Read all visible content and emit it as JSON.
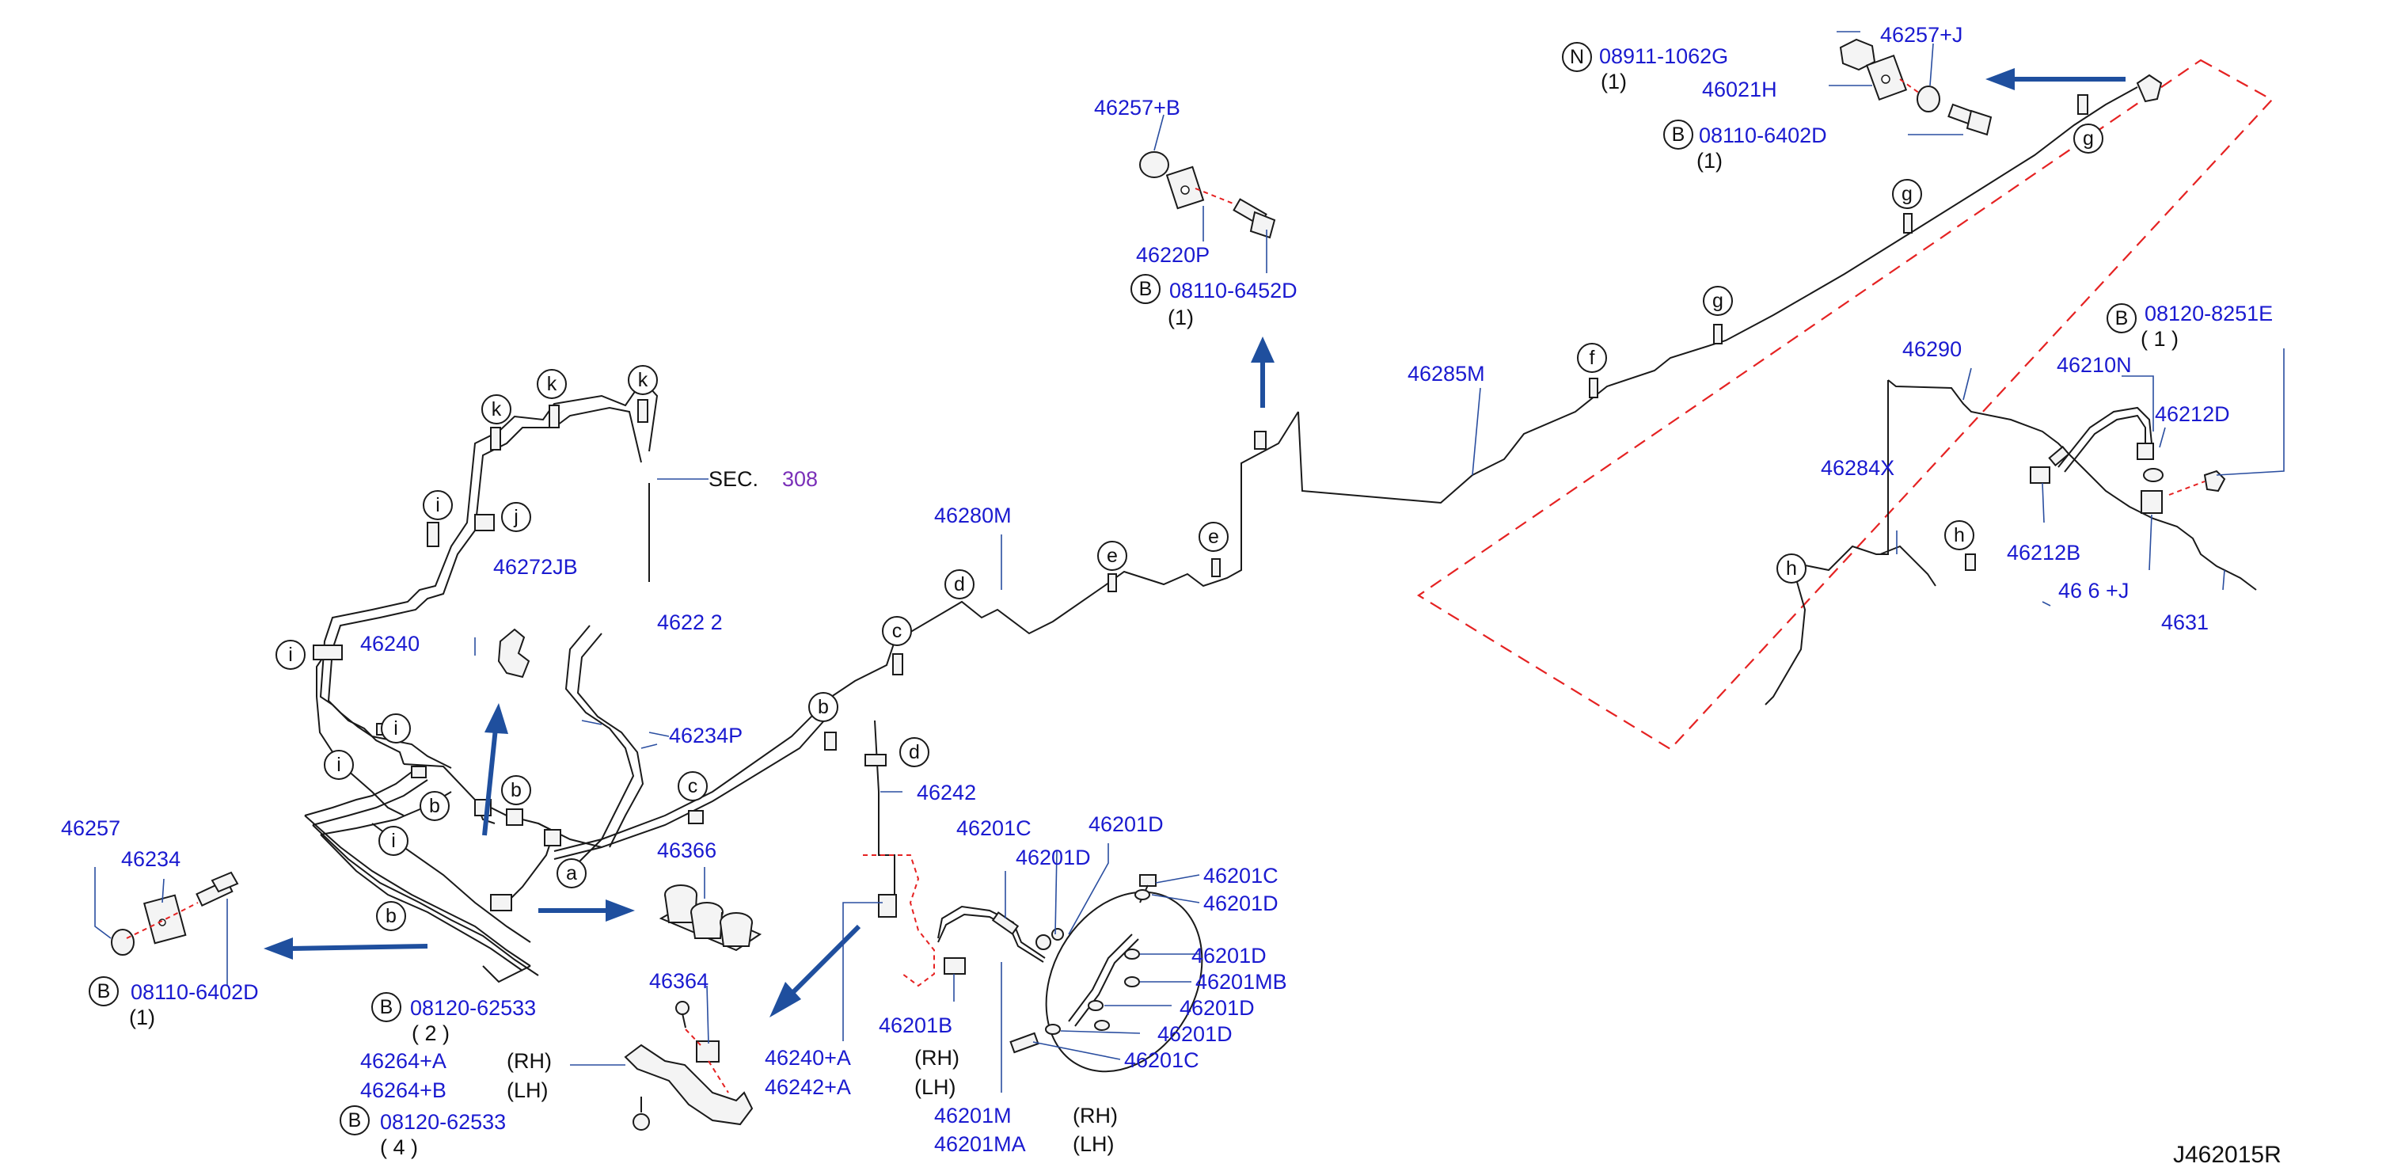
{
  "diagram_id": "J462015R",
  "section_ref": {
    "prefix": "SEC.",
    "number": "308"
  },
  "labels": {
    "p46257_j": "46257+J",
    "p46021h": "46021H",
    "bolt_n": "08911-1062G",
    "bolt_n_qty": "(1)",
    "bolt_b1": "08110-6402D",
    "bolt_b1_qty": "(1)",
    "p46257_b": "46257+B",
    "p46220p": "46220P",
    "bolt_b2": "08110-6452D",
    "bolt_b2_qty": "(1)",
    "p46285m": "46285M",
    "p46280m": "46280M",
    "p46290": "46290",
    "p46210n": "46210N",
    "p46212d": "46212D",
    "bolt_b3": "08120-8251E",
    "bolt_b3_qty": "( 1 )",
    "p46284x": "46284X",
    "p46212b": "46212B",
    "p46_j_partial": "46 6 +J",
    "p4631_partial": "4631",
    "p46272jb": "46272JB",
    "p46240": "46240",
    "p4622_partial": "4622 2",
    "p46234p": "46234P",
    "p46242": "46242",
    "p46366": "46366",
    "p46257": "46257",
    "p46234": "46234",
    "bolt_b4": "08110-6402D",
    "bolt_b4_qty": "(1)",
    "bolt_b5": "08120-62533",
    "bolt_b5_qty": "( 2 )",
    "p46264_a": "46264+A",
    "p46264_b": "46264+B",
    "rh": "(RH)",
    "lh": "(LH)",
    "bolt_b6": "08120-62533",
    "bolt_b6_qty": "( 4 )",
    "p46364": "46364",
    "p46240_a": "46240+A",
    "p46242_a": "46242+A",
    "p46201b": "46201B",
    "p46201m": "46201M",
    "p46201ma": "46201MA",
    "p46201c": "46201C",
    "p46201d": "46201D",
    "p46201mb": "46201MB"
  },
  "circle_letters": {
    "N": "N",
    "B": "B",
    "g": "g",
    "f": "f",
    "e": "e",
    "d": "d",
    "c": "c",
    "b": "b",
    "a": "a",
    "h": "h",
    "i": "i",
    "j": "j",
    "k": "k"
  },
  "colors": {
    "part_label": "#1a1ad0",
    "arrow": "#1f4f9e",
    "dashed_outline": "#e52222",
    "section_number": "#7a2fb8"
  }
}
